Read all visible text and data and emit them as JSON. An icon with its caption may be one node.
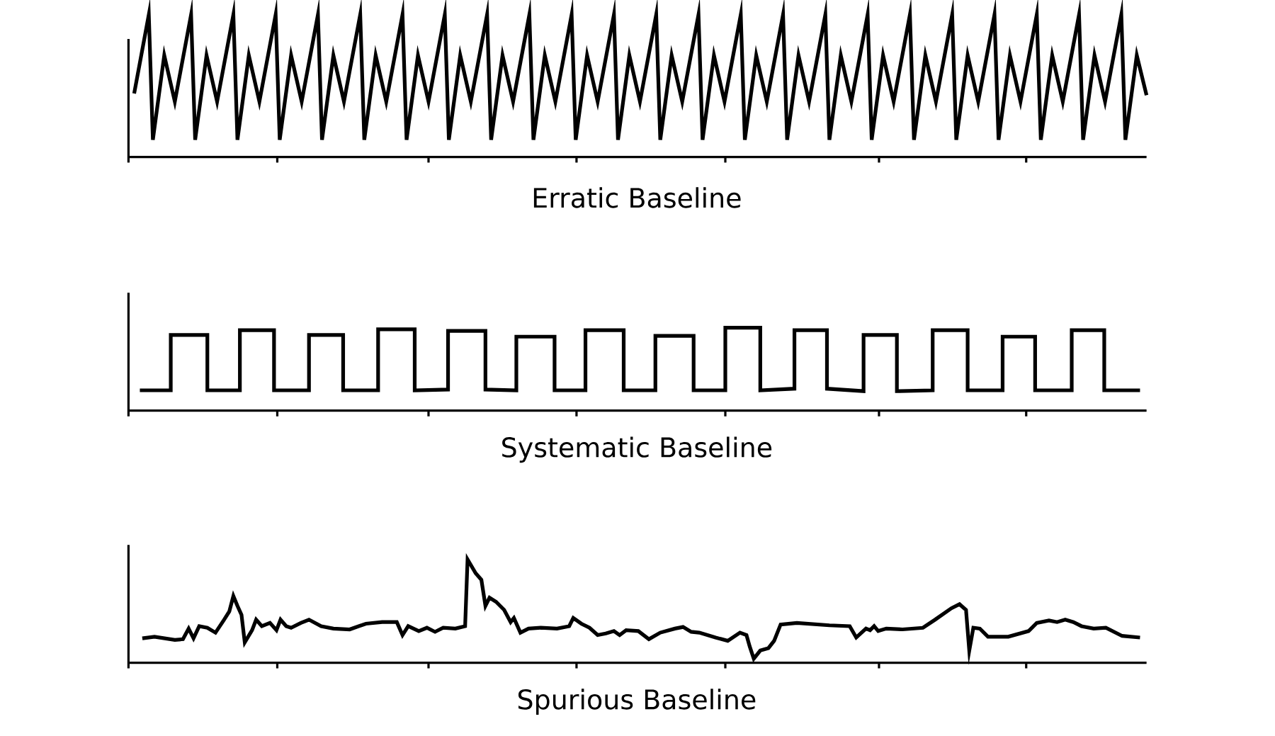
{
  "diagram": {
    "labels": [
      "Erratic Baseline",
      "Systematic Baseline",
      "Spurious Baseline"
    ]
  }
}
